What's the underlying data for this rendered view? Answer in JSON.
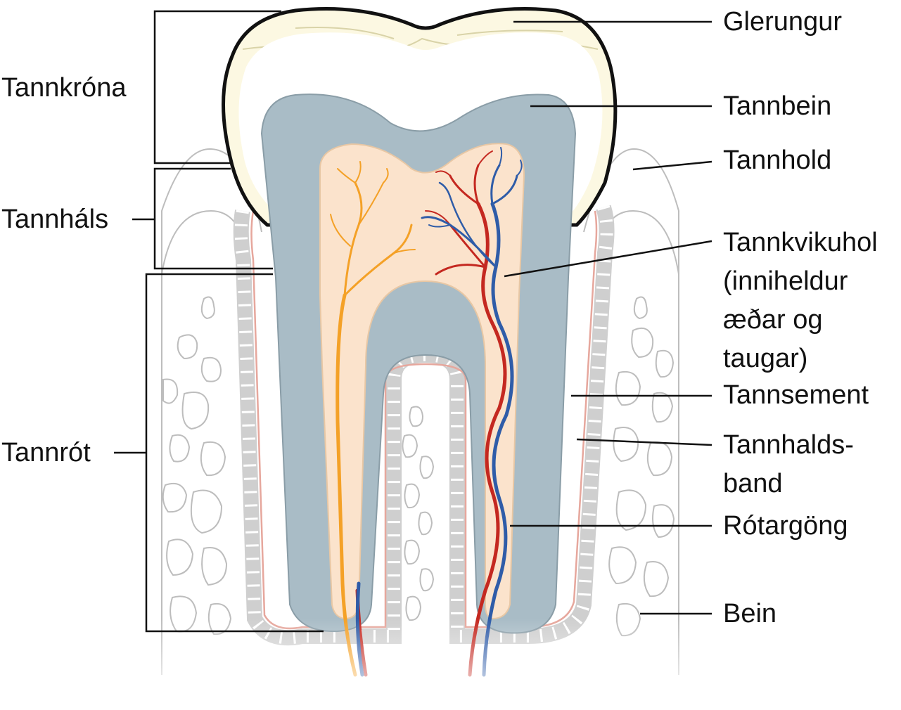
{
  "labels": {
    "left": {
      "crown": "Tannkróna",
      "neck": "Tannháls",
      "root": "Tannrót"
    },
    "right": {
      "enamel": "Glerungur",
      "dentin": "Tannbein",
      "gum": "Tannhold",
      "pulp_line1": "Tannkvikuhol",
      "pulp_line2": "(inniheldur",
      "pulp_line3": "æðar og",
      "pulp_line4": "taugar)",
      "cementum": "Tannsement",
      "ligament_line1": "Tannhalds-",
      "ligament_line2": "band",
      "root_canal": "Rótargöng",
      "bone": "Bein"
    }
  },
  "colors": {
    "enamel": "#fcf8e2",
    "dentin": "#a9bcc6",
    "pulp": "#fbe3cc",
    "artery": "#c42820",
    "vein": "#2f5ca8",
    "nerve": "#f4a127",
    "bone_line": "#b8b8b8",
    "ligament": "#e6a79d",
    "leader": "#111111"
  }
}
